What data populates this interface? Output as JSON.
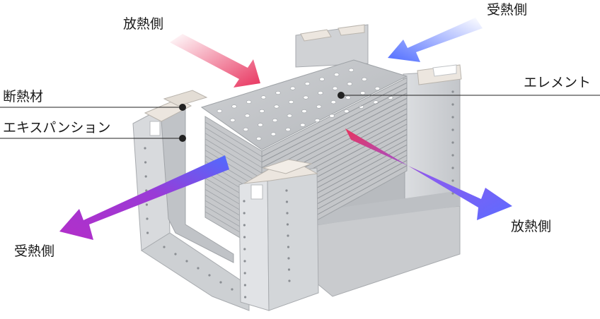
{
  "labels": {
    "heat_release_top": "放熱側",
    "heat_receive_top": "受熱側",
    "insulation": "断熱材",
    "expansion": "エキスパンション",
    "element": "エレメント",
    "heat_release_right": "放熱側",
    "heat_receive_left": "受熱側"
  },
  "colors": {
    "hot": "#e8335e",
    "cold": "#4f6cff",
    "purple": "#a23ad0",
    "frame": "#d2d4d7",
    "frame_dark": "#9ea2a6",
    "insulation": "#ece6df",
    "element": "#c7c9cc"
  }
}
